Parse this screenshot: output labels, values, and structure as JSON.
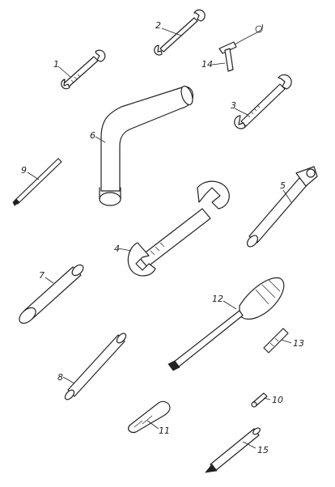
{
  "labels": {
    "l1": "1",
    "l2": "2",
    "l3": "3",
    "l4": "4",
    "l5": "5",
    "l6": "6",
    "l7": "7",
    "l8": "8",
    "l9": "9",
    "l10": "10",
    "l11": "11",
    "l12": "12",
    "l13": "13",
    "l14": "14",
    "l15": "15"
  },
  "colors": {
    "ink": "#222222",
    "paper": "#ffffff"
  }
}
